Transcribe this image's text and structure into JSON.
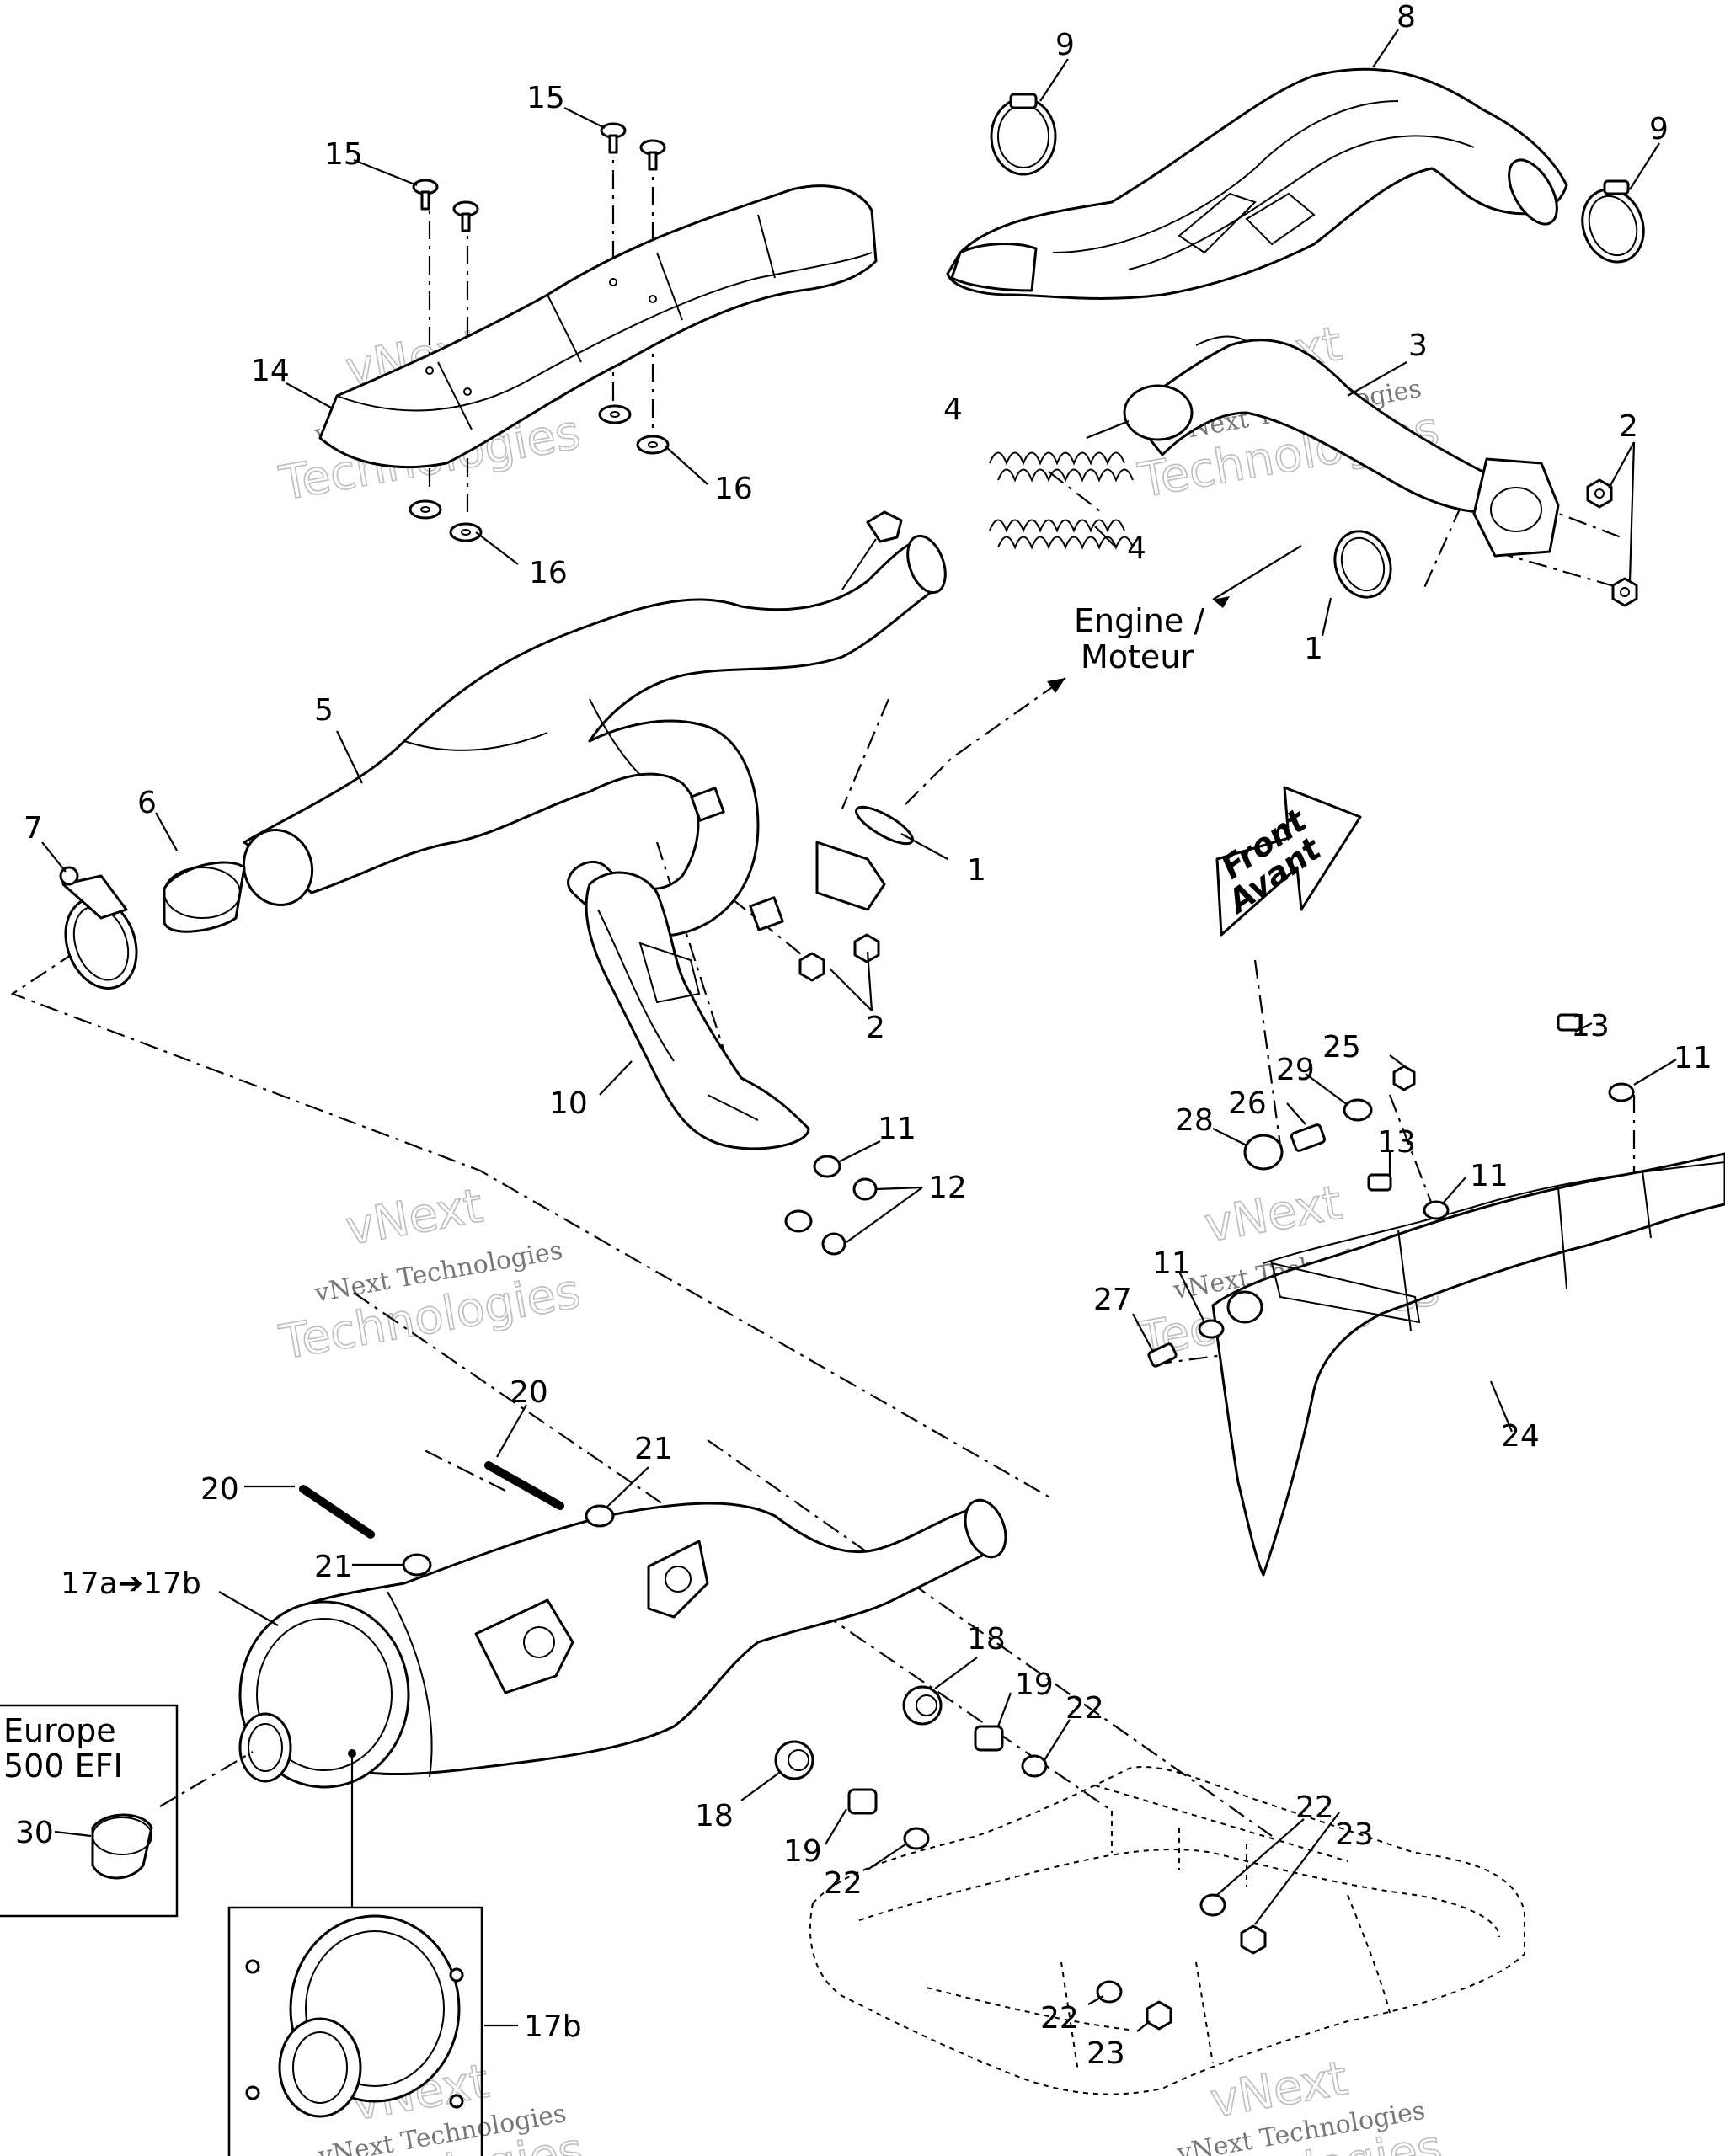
{
  "callouts": {
    "c1a": "1",
    "c1b": "1",
    "c2a": "2",
    "c2b": "2",
    "c3": "3",
    "c4a": "4",
    "c4b": "4",
    "c5": "5",
    "c6": "6",
    "c7": "7",
    "c8": "8",
    "c9a": "9",
    "c9b": "9",
    "c10": "10",
    "c11a": "11",
    "c11b": "11",
    "c11c": "11",
    "c11d": "11",
    "c12": "12",
    "c13a": "13",
    "c13b": "13",
    "c14": "14",
    "c15a": "15",
    "c15b": "15",
    "c16a": "16",
    "c16b": "16",
    "c17": "17a➔17b",
    "c17b": "17b",
    "c18a": "18",
    "c18b": "18",
    "c19a": "19",
    "c19b": "19",
    "c20a": "20",
    "c20b": "20",
    "c21a": "21",
    "c21b": "21",
    "c22a": "22",
    "c22b": "22",
    "c22c": "22",
    "c22d": "22",
    "c23a": "23",
    "c23b": "23",
    "c24": "24",
    "c25": "25",
    "c26": "26",
    "c27": "27",
    "c28": "28",
    "c29": "29",
    "c30": "30"
  },
  "labels": {
    "engine_line1": "Engine /",
    "engine_line2": "Moteur",
    "front_line1": "Front",
    "front_line2": "Avant",
    "europe_line1": "Europe",
    "europe_line2": "500 EFI"
  },
  "watermark": {
    "small": "vNext Technologies",
    "big_line1": "vNext",
    "big_line2": "Technologies"
  }
}
